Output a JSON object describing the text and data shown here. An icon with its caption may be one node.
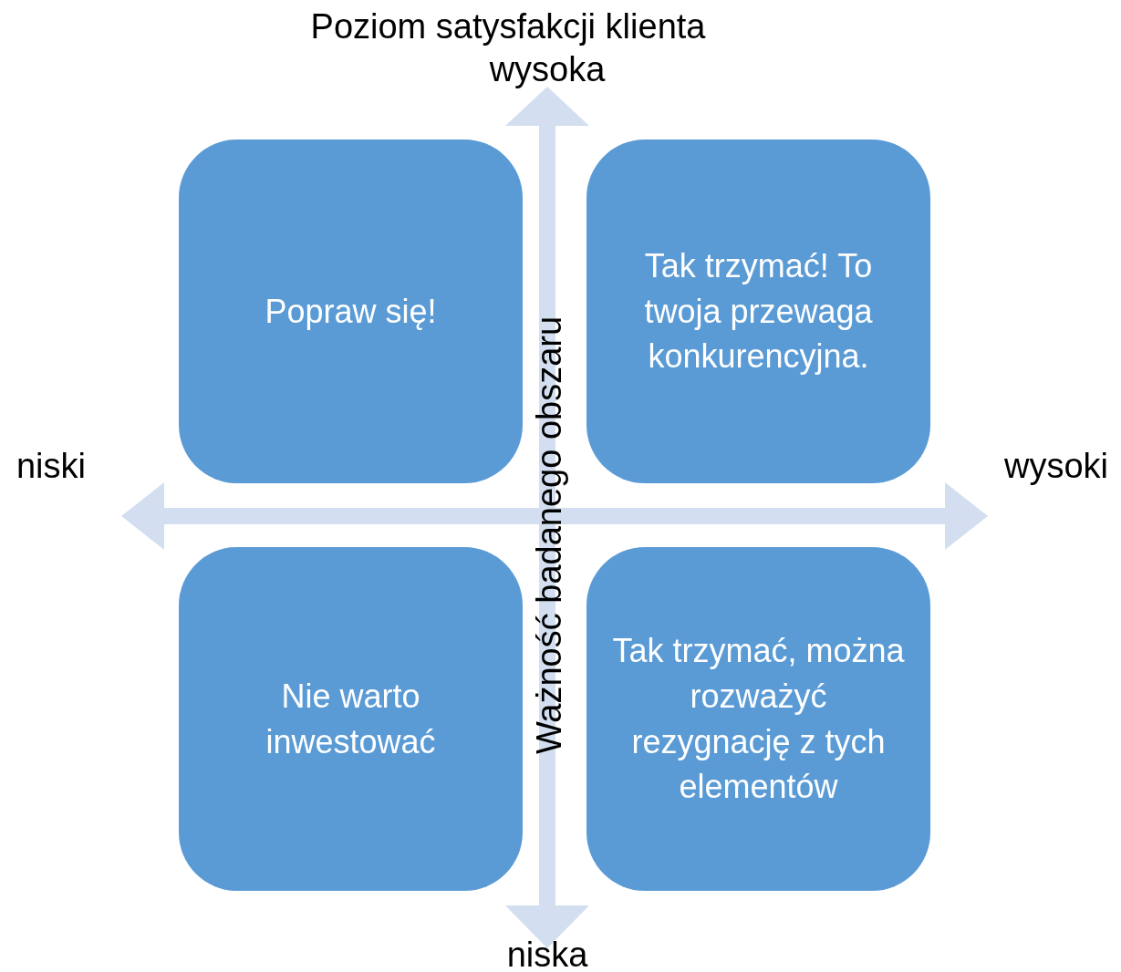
{
  "diagram": {
    "nodes": [
      {
        "text": [
          "Popraw się!"
        ]
      },
      {
        "text": [
          "Tak trzymać! To twoja przewaga konkurencyjna."
        ]
      },
      {
        "text": [
          "Nie warto inwestować"
        ]
      },
      {
        "text": [
          "Tak trzymać, można rozważyć rezygnację z tych elementów"
        ]
      }
    ],
    "edges": [],
    "labels": [
      "Poziom satysfakcji klienta",
      "wysoka",
      "niski",
      "wysoki",
      "Ważność badanego obszaru",
      "niska"
    ]
  }
}
